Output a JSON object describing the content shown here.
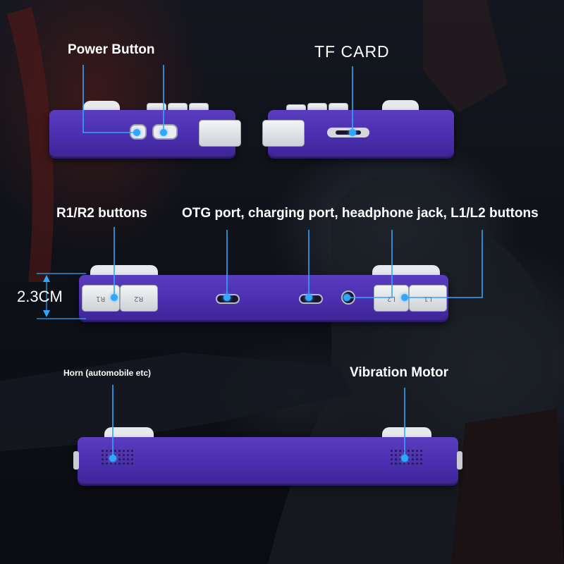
{
  "labels": {
    "power_button": "Power Button",
    "tf_card": "TF CARD",
    "r1r2_buttons": "R1/R2 buttons",
    "otg_ports": "OTG port, charging port, headphone jack, L1/L2 buttons",
    "dimension": "2.3CM",
    "horn": "Horn (automobile etc)",
    "vibration_motor": "Vibration Motor"
  },
  "bumpers": {
    "r1": "R1",
    "r2": "R2",
    "l2": "L2",
    "l1": "L1"
  },
  "colors": {
    "device_body": "#4b2fb0",
    "callout": "#2ea7ff",
    "label_text": "#ffffff",
    "buttons": "#e7e9ec"
  },
  "icons": [
    "callout-dot",
    "usb-c-port",
    "headphone-jack",
    "speaker-grille"
  ]
}
